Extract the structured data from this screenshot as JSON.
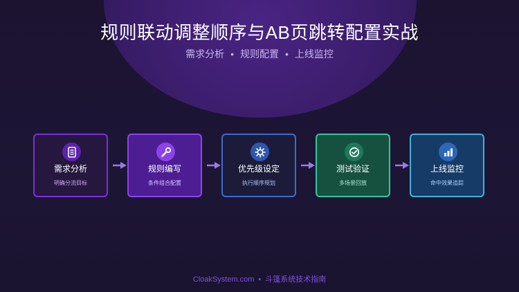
{
  "header": {
    "title": "规则联动调整顺序与AB页跳转配置实战",
    "subtitle_items": [
      "需求分析",
      "规则配置",
      "上线监控"
    ],
    "separator": "•"
  },
  "flow": {
    "steps": [
      {
        "label": "需求分析",
        "sub": "明确分流目标",
        "icon": "document-list-icon"
      },
      {
        "label": "规则编写",
        "sub": "条件组合配置",
        "icon": "wrench-icon"
      },
      {
        "label": "优先级设定",
        "sub": "执行顺序规划",
        "icon": "gear-icon"
      },
      {
        "label": "测试验证",
        "sub": "多场景回放",
        "icon": "check-circle-icon"
      },
      {
        "label": "上线监控",
        "sub": "命中效果追踪",
        "icon": "bar-chart-icon"
      }
    ]
  },
  "footer": {
    "site": "CloakSystem.com",
    "separator": "•",
    "guide": "斗篷系统技术指南"
  },
  "colors": {
    "background": "#1b1330",
    "accent": "#8e45ec",
    "arrow": "#9b7be0"
  }
}
